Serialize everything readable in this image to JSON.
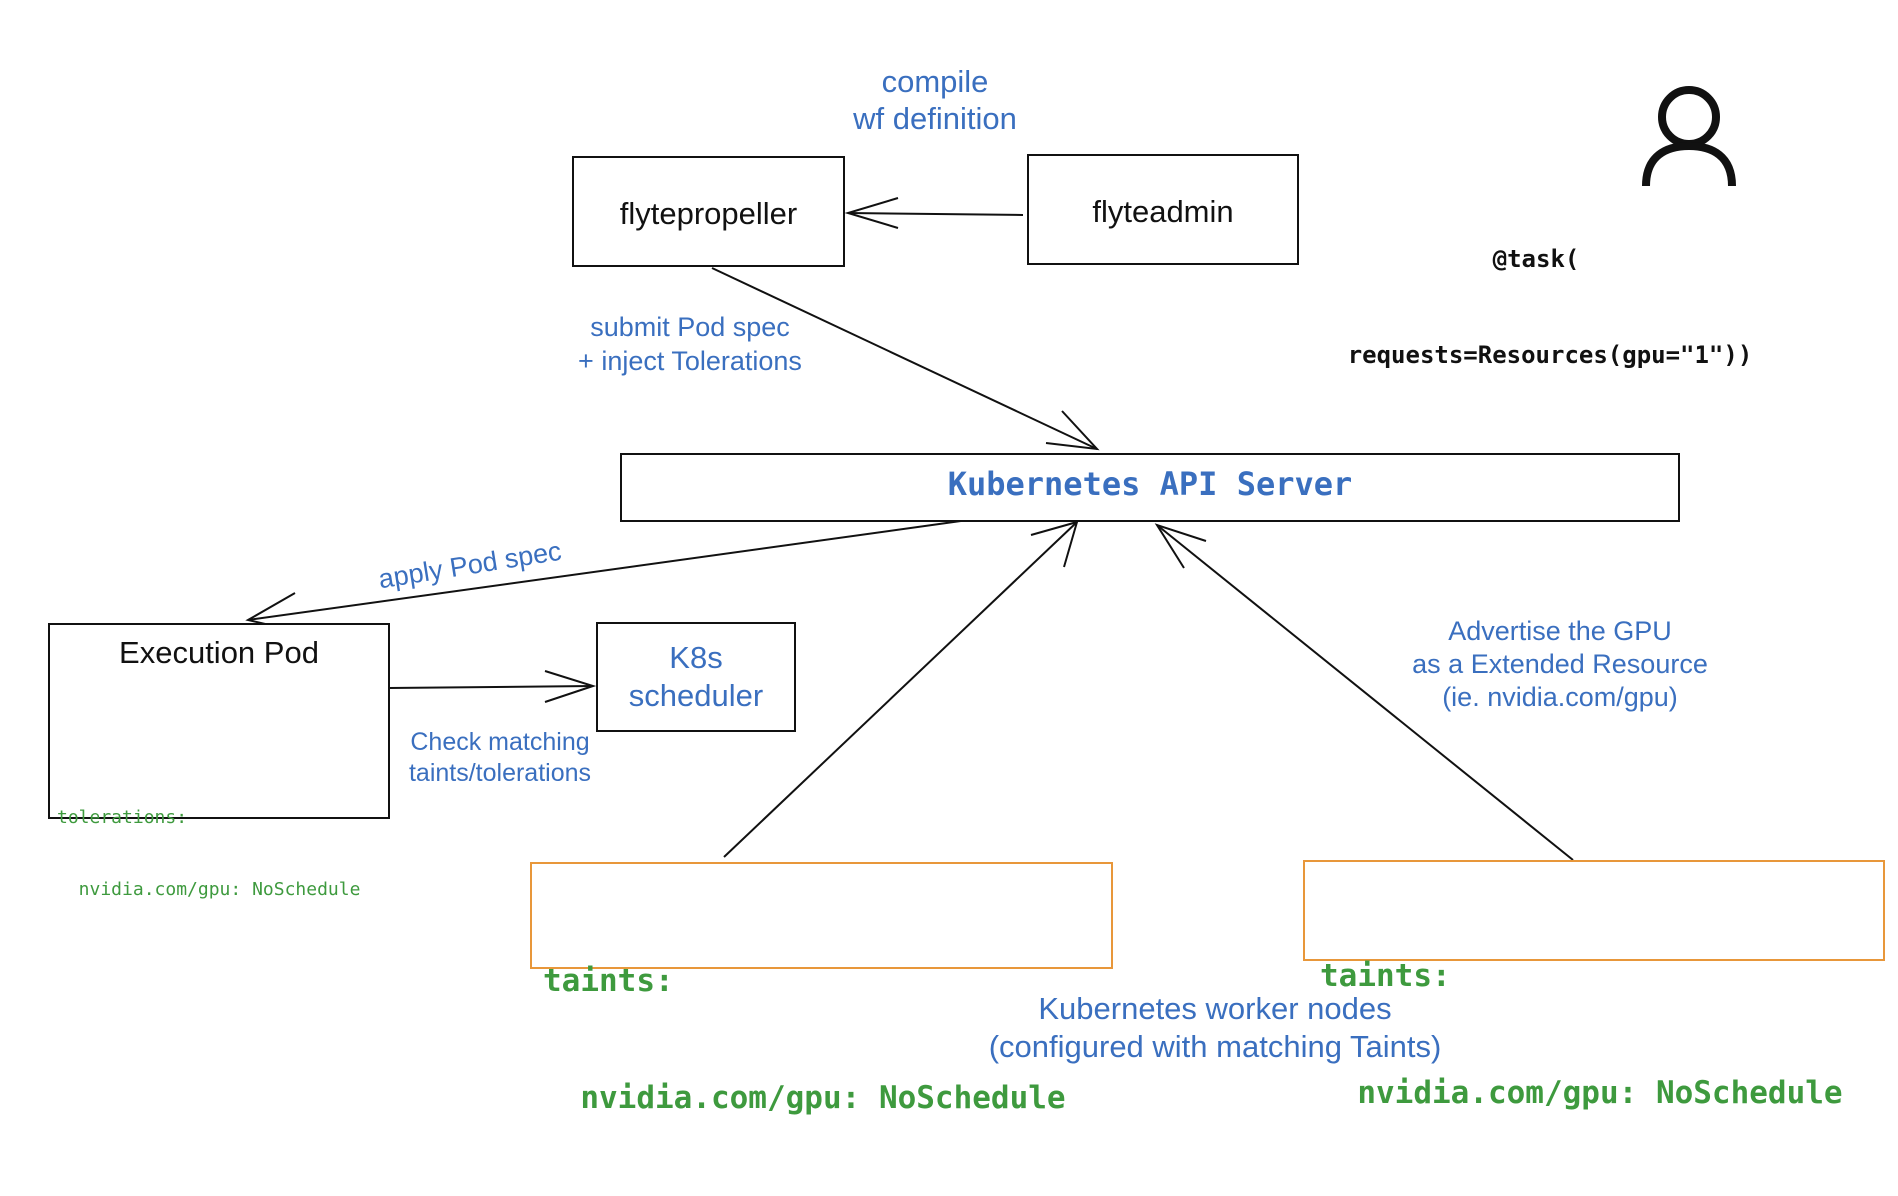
{
  "nodes": {
    "flytepropeller": "flytepropeller",
    "flyteadmin": "flyteadmin",
    "api_server": "Kubernetes API Server",
    "execution_pod": {
      "title": "Execution Pod",
      "tolerations_line1": "tolerations:",
      "tolerations_line2": "  nvidia.com/gpu: NoSchedule"
    },
    "scheduler": {
      "line1": "K8s",
      "line2": "scheduler"
    },
    "worker_left": {
      "line1": "taints:",
      "line2": "  nvidia.com/gpu: NoSchedule"
    },
    "worker_right": {
      "line1": "taints:",
      "line2": "  nvidia.com/gpu: NoSchedule"
    }
  },
  "labels": {
    "compile": {
      "line1": "compile",
      "line2": "wf definition"
    },
    "submit": {
      "line1": "submit Pod spec",
      "line2": "+ inject Tolerations"
    },
    "apply": "apply Pod spec",
    "check": {
      "line1": "Check matching",
      "line2": "taints/tolerations"
    },
    "advertise": {
      "line1": "Advertise the GPU",
      "line2": "as a Extended Resource",
      "line3": "(ie. nvidia.com/gpu)"
    },
    "workers": {
      "line1": "Kubernetes worker nodes",
      "line2": "(configured with matching Taints)"
    }
  },
  "user": {
    "icon": "user-icon",
    "code_line1": "@task(",
    "code_line2": "requests=Resources(gpu=\"1\"))"
  },
  "colors": {
    "label": "#3a6fbf",
    "code_green": "#3e9a3e",
    "worker_border": "#e8973a"
  }
}
